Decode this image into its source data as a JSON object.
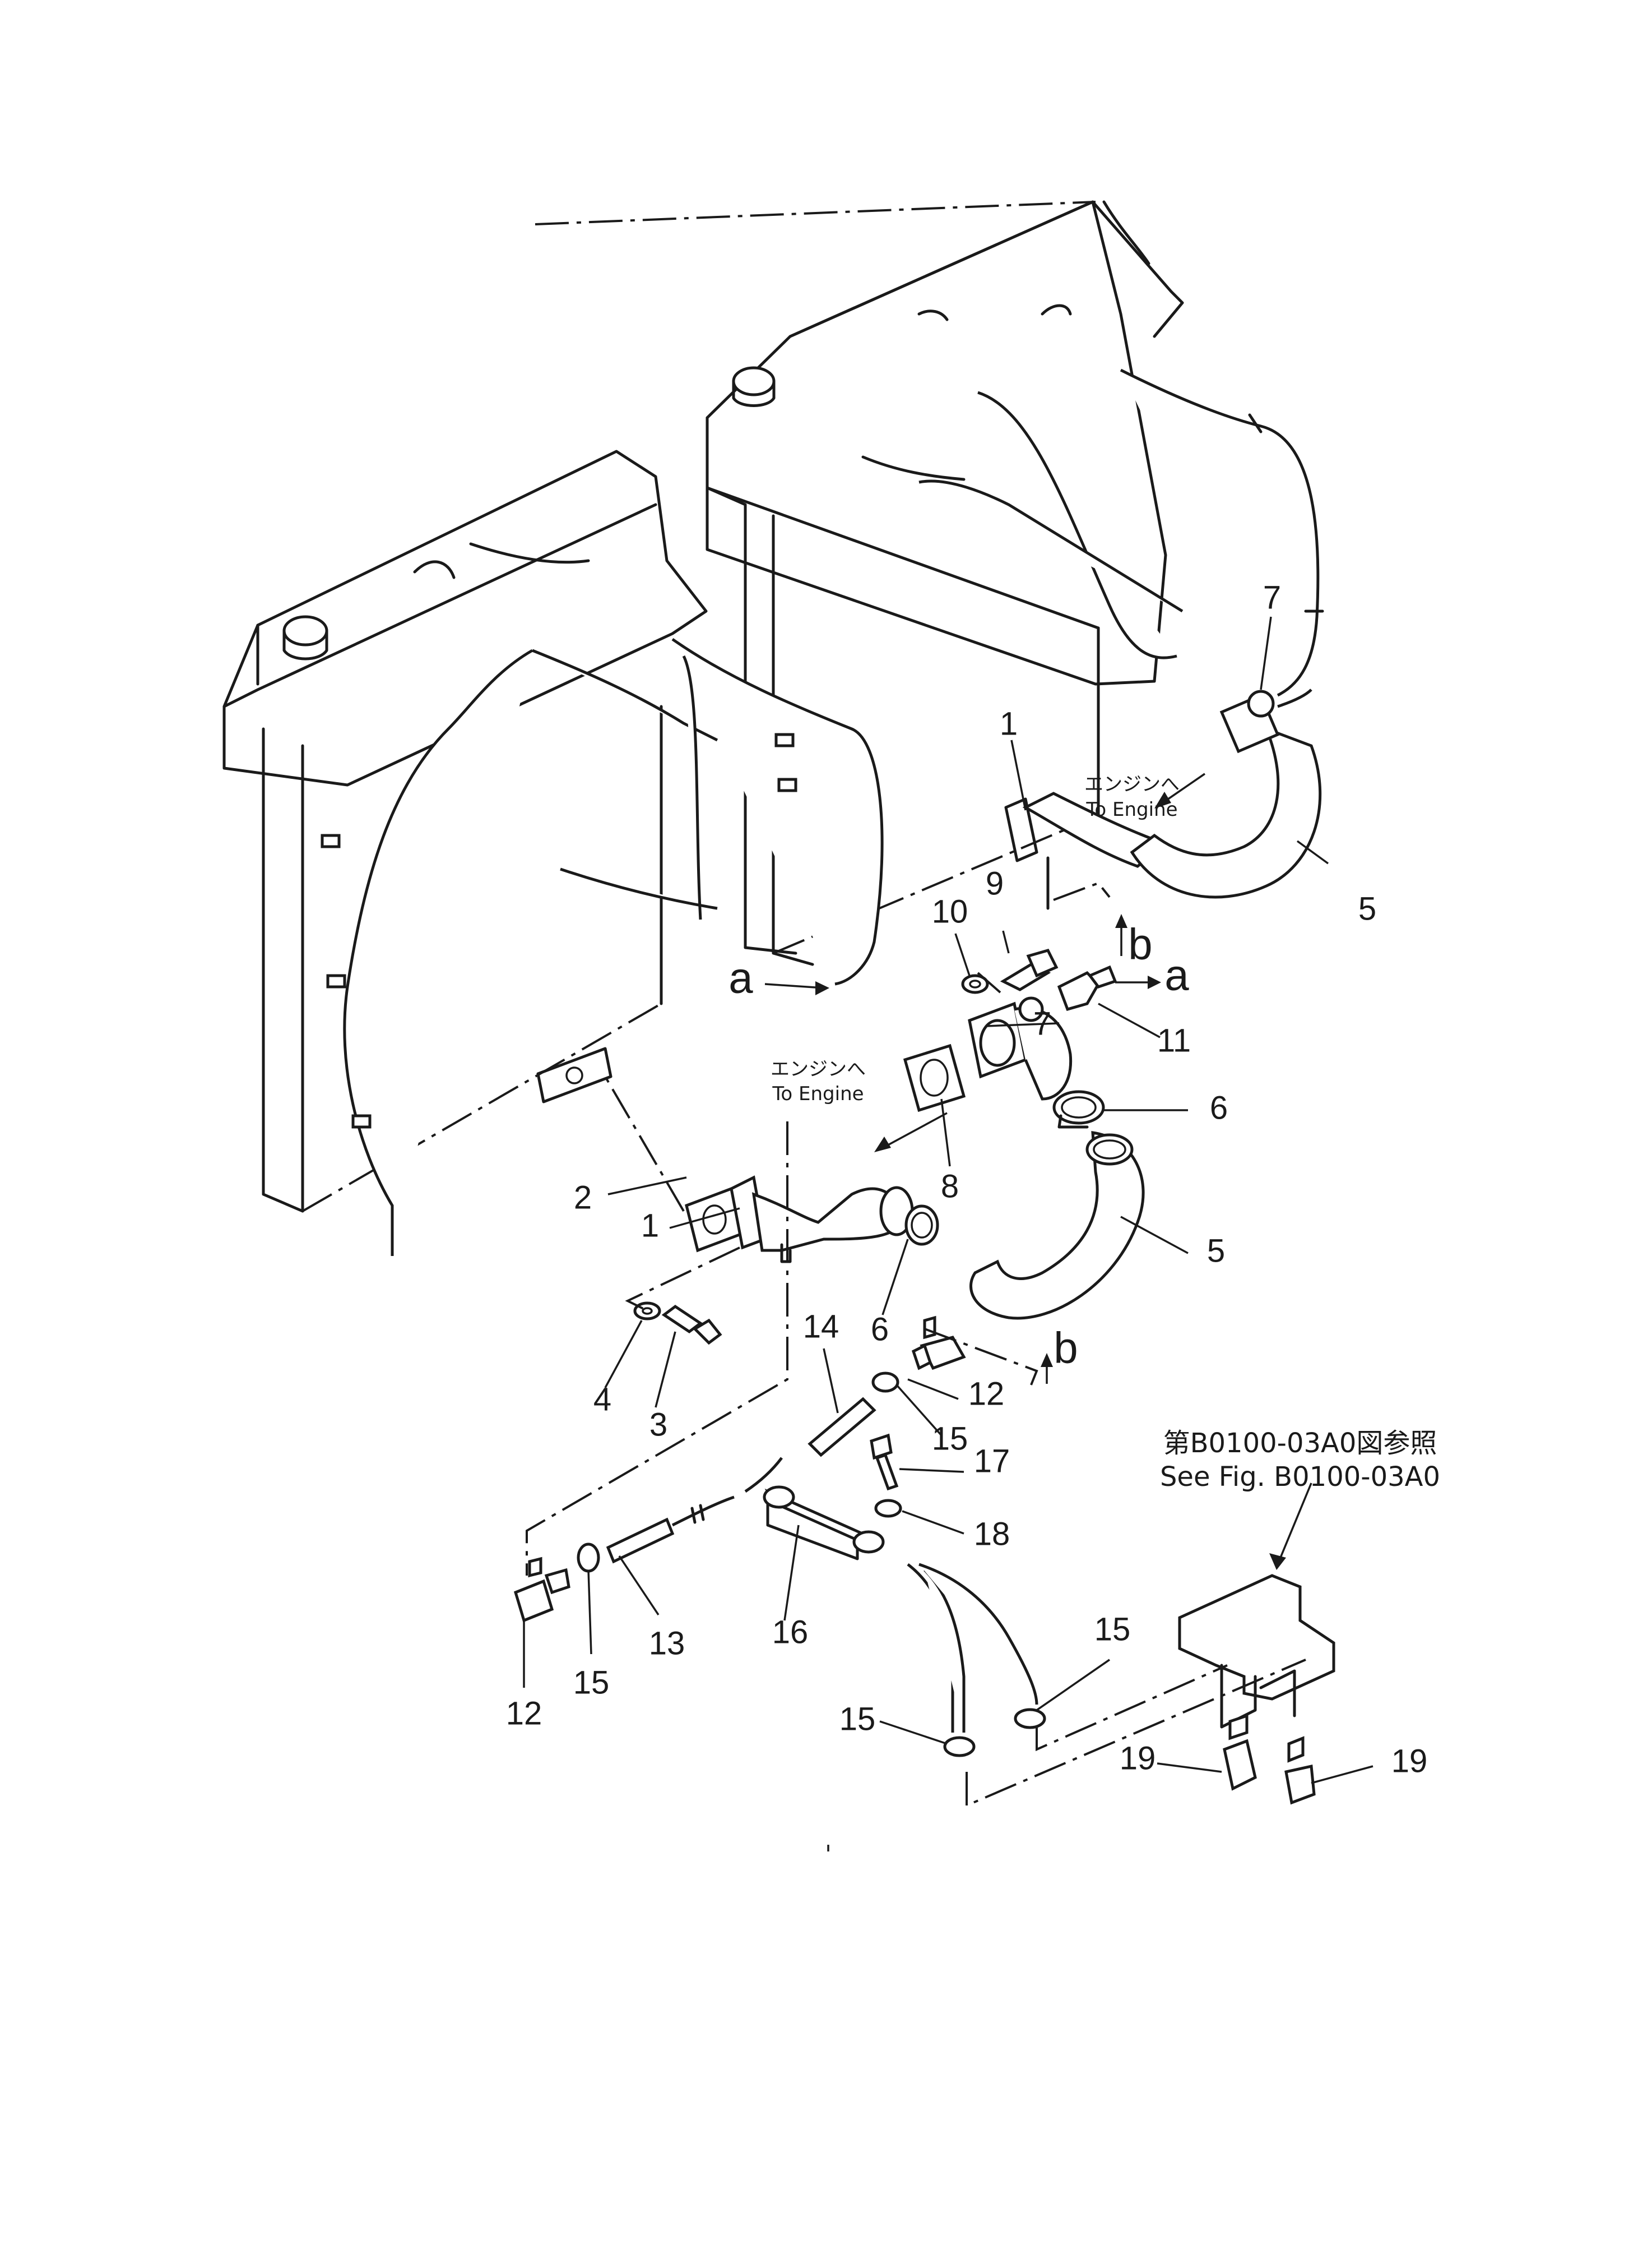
{
  "notes": {
    "engine_upper_jp": "エンジンへ",
    "engine_upper_en": "To Engine",
    "engine_lower_jp": "エンジンへ",
    "engine_lower_en": "To Engine"
  },
  "reference": {
    "line_jp": "第B0100-03A0図参照",
    "line_en": "See  Fig. B0100-03A0"
  },
  "connectors": [
    {
      "id": "a-left",
      "letter": "a"
    },
    {
      "id": "a-right",
      "letter": "a"
    },
    {
      "id": "b-upper",
      "letter": "b"
    },
    {
      "id": "b-lower",
      "letter": "b"
    }
  ],
  "callouts": [
    {
      "id": "c1a",
      "label": "1"
    },
    {
      "id": "c7a",
      "label": "7"
    },
    {
      "id": "c5a",
      "label": "5"
    },
    {
      "id": "c9",
      "label": "9"
    },
    {
      "id": "c10",
      "label": "10"
    },
    {
      "id": "c11",
      "label": "11"
    },
    {
      "id": "c7b",
      "label": "7"
    },
    {
      "id": "c6a",
      "label": "6"
    },
    {
      "id": "c8",
      "label": "8"
    },
    {
      "id": "c2",
      "label": "2"
    },
    {
      "id": "c1b",
      "label": "1"
    },
    {
      "id": "c5b",
      "label": "5"
    },
    {
      "id": "c6b",
      "label": "6"
    },
    {
      "id": "c4",
      "label": "4"
    },
    {
      "id": "c3",
      "label": "3"
    },
    {
      "id": "c14",
      "label": "14"
    },
    {
      "id": "c12a",
      "label": "12"
    },
    {
      "id": "c15a",
      "label": "15"
    },
    {
      "id": "c17",
      "label": "17"
    },
    {
      "id": "c18",
      "label": "18"
    },
    {
      "id": "c13",
      "label": "13"
    },
    {
      "id": "c16",
      "label": "16"
    },
    {
      "id": "c15b",
      "label": "15"
    },
    {
      "id": "c12b",
      "label": "12"
    },
    {
      "id": "c15c",
      "label": "15"
    },
    {
      "id": "c15d",
      "label": "15"
    },
    {
      "id": "c19a",
      "label": "19"
    },
    {
      "id": "c19b",
      "label": "19"
    }
  ]
}
